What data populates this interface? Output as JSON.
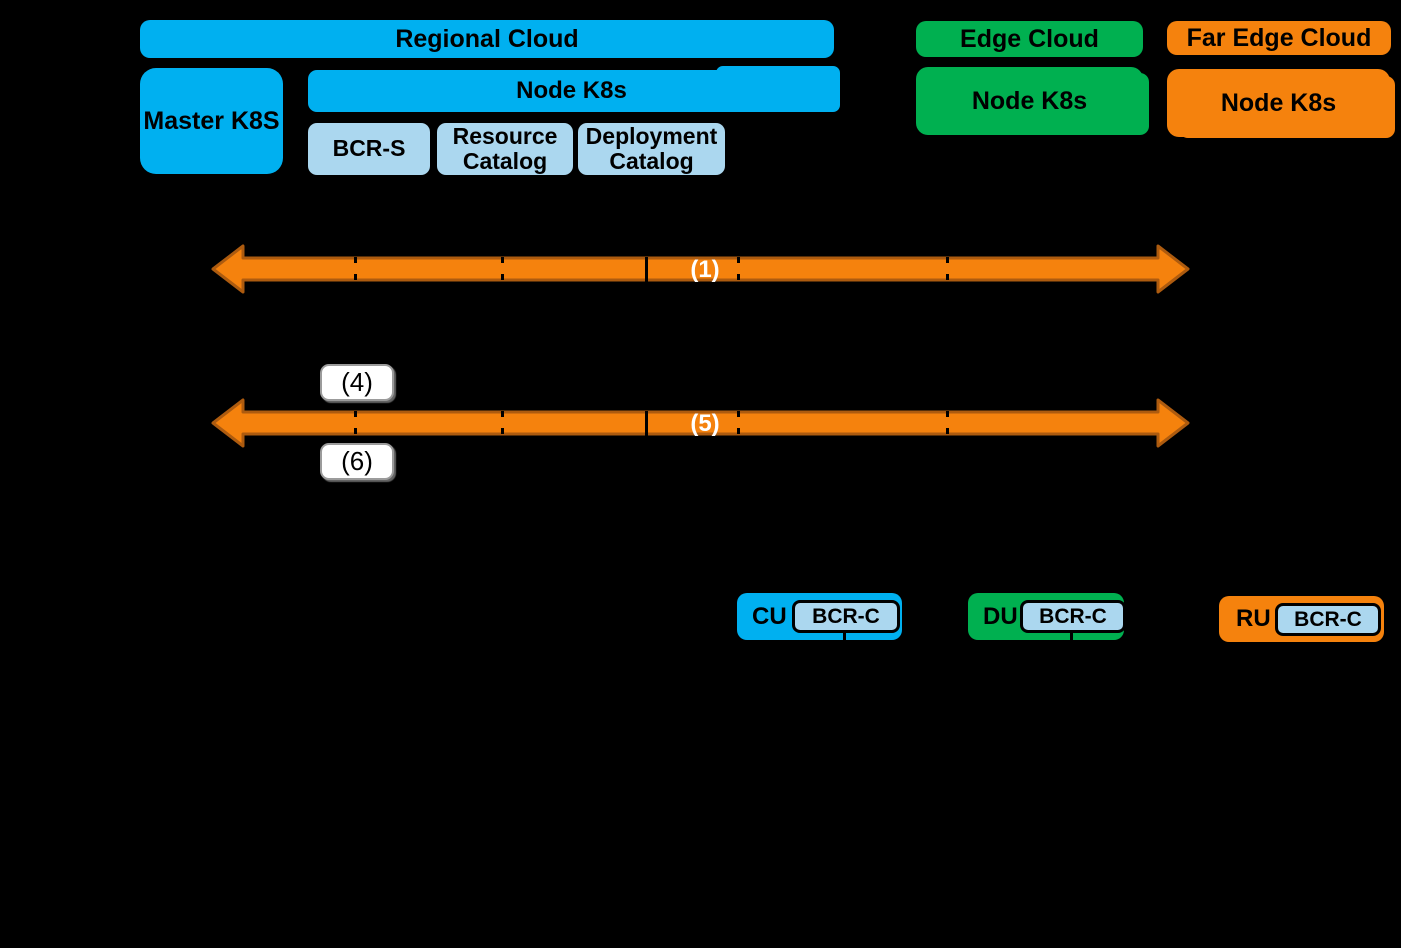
{
  "background_color": "#000000",
  "colors": {
    "blue": "#00B0F0",
    "light_blue": "#ABD7EF",
    "green": "#00B050",
    "orange": "#F5820D",
    "arrow_fill": "#F5820D",
    "arrow_border": "#AD5B0F",
    "label_text": "#000000",
    "arrow_label_text": "#FFFFFF",
    "step_box_fill": "#FFFFFF",
    "step_box_border": "#9B9B9B"
  },
  "regional_cloud": {
    "title": "Regional Cloud",
    "master_node": "Master K8S",
    "node_cluster": "Node K8s",
    "components": [
      "BCR-S",
      "Resource Catalog",
      "Deployment Catalog"
    ]
  },
  "edge_cloud": {
    "title": "Edge Cloud",
    "node_cluster": "Node K8s"
  },
  "far_edge_cloud": {
    "title": "Far Edge Cloud",
    "node_cluster": "Node K8s"
  },
  "messages": {
    "arrow1": "(1)",
    "arrow2": "(5)",
    "step4": "(4)",
    "step6": "(6)"
  },
  "units": {
    "cu": {
      "name": "CU",
      "component": "BCR-C"
    },
    "du": {
      "name": "DU",
      "component": "BCR-C"
    },
    "ru": {
      "name": "RU",
      "component": "BCR-C"
    }
  }
}
